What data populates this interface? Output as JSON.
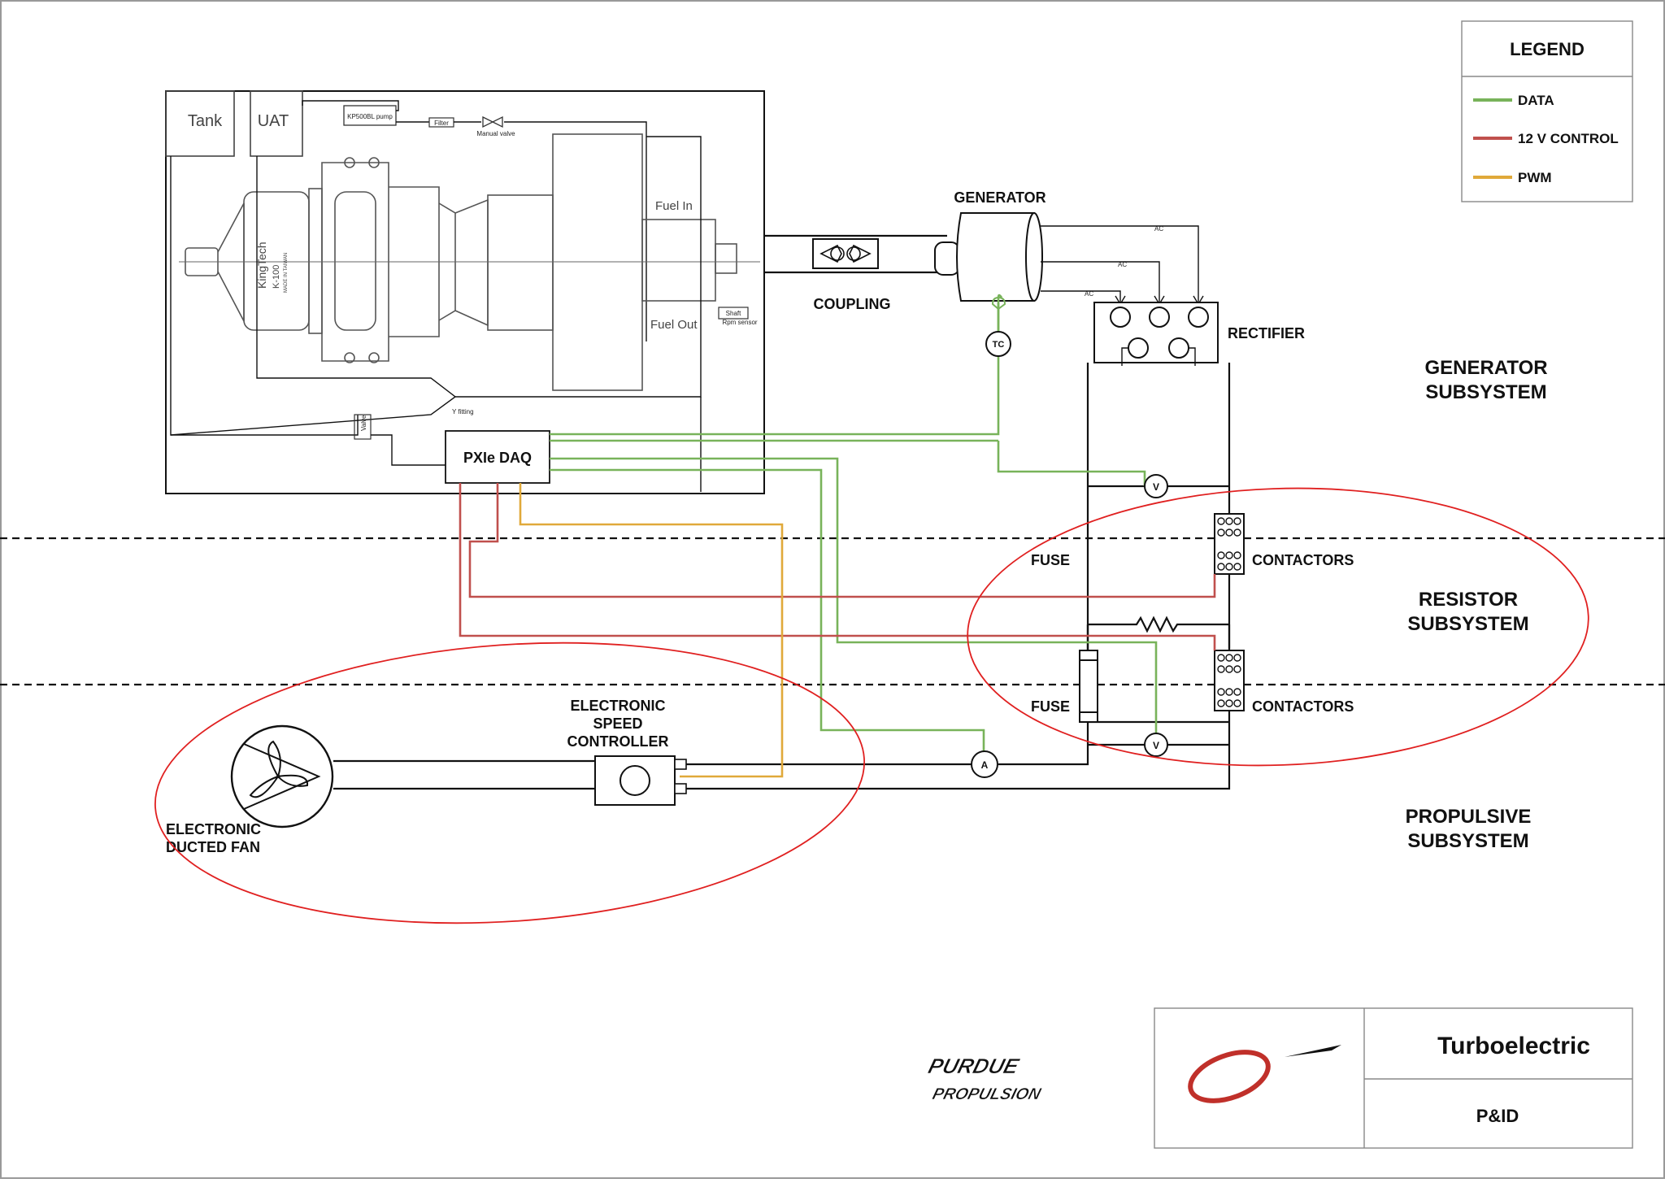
{
  "legend": {
    "title": "LEGEND",
    "items": [
      {
        "label": "DATA",
        "color": "#78b35a"
      },
      {
        "label": "12 V CONTROL",
        "color": "#c0504d"
      },
      {
        "label": "PWM",
        "color": "#e0a93a"
      }
    ]
  },
  "components": {
    "tank": "Tank",
    "uat": "UAT",
    "pump": "KP500BL pump",
    "filter": "Filter",
    "manual_valve": "Manual valve",
    "engine_brand": "KingTech",
    "engine_model": "K-100",
    "engine_origin": "MADE IN TAIWAN",
    "fuel_in": "Fuel In",
    "fuel_out": "Fuel Out",
    "shaft_sensor": "Shaft",
    "rpm_sensor": "Rpm sensor",
    "y_fitting": "Y fitting",
    "valve": "Valve",
    "daq": "PXIe DAQ",
    "coupling": "COUPLING",
    "generator": "GENERATOR",
    "ac": "AC",
    "tc": "TC",
    "rectifier": "RECTIFIER",
    "voltmeter": "V",
    "ammeter": "A",
    "fuse": "FUSE",
    "contactors": "CONTACTORS",
    "esc_line1": "ELECTRONIC",
    "esc_line2": "SPEED",
    "esc_line3": "CONTROLLER",
    "edf_line1": "ELECTRONIC",
    "edf_line2": "DUCTED FAN"
  },
  "subsystems": [
    {
      "line1": "GENERATOR",
      "line2": "SUBSYSTEM"
    },
    {
      "line1": "RESISTOR",
      "line2": "SUBSYSTEM"
    },
    {
      "line1": "PROPULSIVE",
      "line2": "SUBSYSTEM"
    }
  ],
  "title_block": {
    "logo_line1": "PURDUE",
    "logo_line2": "PROPULSION",
    "title": "Turboelectric",
    "subtitle": "P&ID"
  }
}
